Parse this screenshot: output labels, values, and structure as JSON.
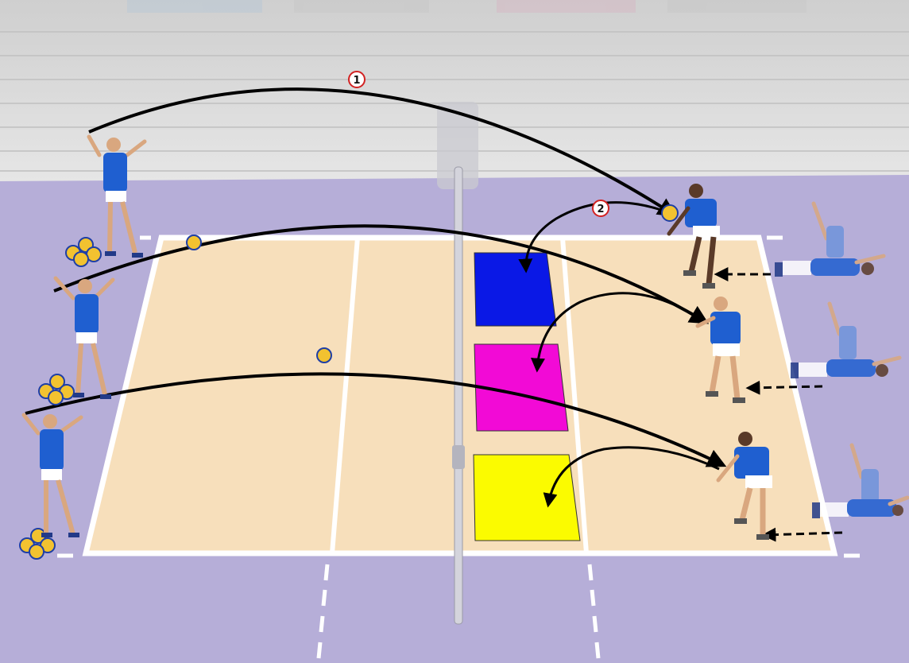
{
  "scene": {
    "colors": {
      "floor": "#b6aed8",
      "court": "#f7dfbb",
      "lines": "#ffffff",
      "stands": "#d9d9d9",
      "shirt": "#1f5fd0",
      "skin": "#d9a77f",
      "target_blue": "#0a18e6",
      "target_pink": "#f20ad6",
      "target_yellow": "#fbfb00",
      "marker_ring": "#d22222"
    },
    "markers": [
      {
        "label": "1"
      },
      {
        "label": "2"
      }
    ],
    "targets": [
      {
        "color_name": "blue"
      },
      {
        "color_name": "pink"
      },
      {
        "color_name": "yellow"
      }
    ],
    "players": [
      {
        "role": "server",
        "side": "left"
      },
      {
        "role": "server",
        "side": "left"
      },
      {
        "role": "server",
        "side": "left"
      },
      {
        "role": "passer",
        "side": "right"
      },
      {
        "role": "passer",
        "side": "right"
      },
      {
        "role": "passer",
        "side": "right"
      },
      {
        "role": "diving player",
        "side": "right"
      },
      {
        "role": "diving player",
        "side": "right"
      },
      {
        "role": "diving player",
        "side": "right"
      }
    ]
  }
}
